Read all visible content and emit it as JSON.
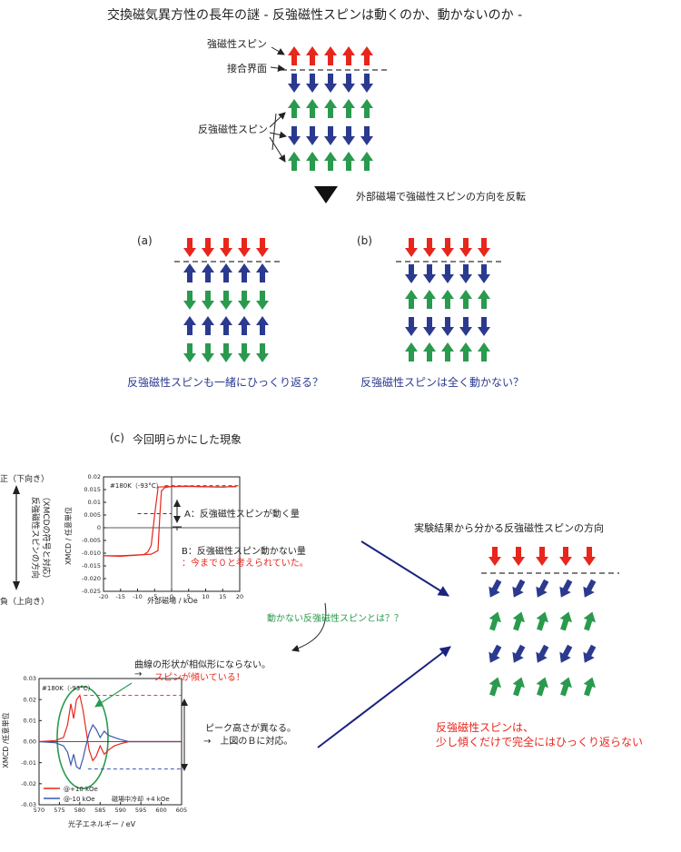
{
  "title": "交換磁気異方性の長年の謎 - 反強磁性スピンは動くのか、動かないのか -",
  "top": {
    "ferro_label": "強磁性スピン",
    "interface_label": "接合界面",
    "antiferro_label": "反強磁性スピン"
  },
  "transition_label": "外部磁場で強磁性スピンの方向を反転",
  "case_a": {
    "label": "(a)",
    "caption": "反強磁性スピンも一緒にひっくり返る？"
  },
  "case_b": {
    "label": "(b)",
    "caption": "反強磁性スピンは全く動かない？"
  },
  "case_c": {
    "label": "(c)",
    "heading": "今回明らかにした現象"
  },
  "axis_side": {
    "positive": "正（下向き）",
    "negative": "負（上向き）",
    "label_line1": "反強磁性スピンの方向",
    "label_line2": "（XMCDの符号と対応）"
  },
  "annot": {
    "a_label": "A：反強磁性スピンが動く量",
    "b_label": "B：反強磁性スピン動かない量",
    "b_note": "：今まで０と考えられていた。",
    "question": "動かない反強磁性スピンとは？？",
    "shape_line1": "曲線の形状が相似形にならない。",
    "shape_arrow": "→",
    "shape_line2": "スピンが傾いている！",
    "peak_line1": "ピーク高さが異なる。",
    "peak_line2": "→　上図のＢに対応。"
  },
  "result": {
    "title": "実験結果から分かる反強磁性スピンの方向",
    "caption_line1": "反強磁性スピンは、",
    "caption_line2": "少し傾くだけで完全にはひっくり返らない"
  },
  "colors": {
    "red": "#e8261c",
    "blue": "#2b3a8f",
    "green": "#2a9a4e",
    "navy": "#1a237e"
  },
  "chart_data": [
    {
      "type": "line",
      "title": "",
      "annotation": "#180K（-93°C）",
      "xlabel": "外部磁場 / kOe",
      "ylabel": "XMCD / 任意単位",
      "xlim": [
        -20,
        20
      ],
      "ylim": [
        -0.025,
        0.02
      ],
      "xticks": [
        -20,
        -15,
        -10,
        -5,
        0,
        5,
        10,
        15,
        20
      ],
      "yticks": [
        0.02,
        0.015,
        0.01,
        0.005,
        0,
        -0.005,
        -0.01,
        -0.015,
        -0.02,
        -0.025
      ],
      "ytick_labels": [
        "0.02",
        "0.015",
        "0.01",
        "0.005",
        "0",
        "-0.005",
        "-0.010",
        "-0.015",
        "-0.020",
        "-0.025"
      ],
      "series": [
        {
          "x": [
            -20,
            -15,
            -10,
            -8,
            -7,
            -6,
            -5,
            -4,
            -4,
            0,
            5,
            10,
            15,
            19
          ],
          "y": [
            -0.011,
            -0.0112,
            -0.0108,
            -0.0105,
            -0.0095,
            -0.007,
            0.005,
            0.0155,
            0.016,
            0.0162,
            0.0163,
            0.0161,
            0.016,
            0.0162
          ]
        },
        {
          "x": [
            19,
            15,
            10,
            5,
            0,
            -1,
            -2,
            -3,
            -3.5,
            -4,
            -6,
            -10,
            -15,
            -20
          ],
          "y": [
            0.0162,
            0.016,
            0.0161,
            0.0163,
            0.0162,
            0.016,
            0.0158,
            0.0145,
            0.004,
            -0.009,
            -0.0104,
            -0.0107,
            -0.011,
            -0.011
          ]
        }
      ],
      "reference_lines": [
        0.0165,
        0.0055
      ]
    },
    {
      "type": "line",
      "title": "",
      "annotation": "#180K（-93°C）",
      "xlabel": "光子エネルギー / eV",
      "ylabel": "XMCD /任意単位",
      "xlim": [
        570,
        605
      ],
      "ylim": [
        -0.03,
        0.03
      ],
      "xticks": [
        570,
        575,
        580,
        585,
        590,
        595,
        600,
        605
      ],
      "yticks": [
        0.03,
        0.02,
        0.01,
        0,
        -0.01,
        -0.02,
        -0.03
      ],
      "ytick_labels": [
        "0.03",
        "0.02",
        "0.01",
        "0.00",
        "-0.01",
        "-0.02",
        "-0.03"
      ],
      "legend_note": "磁場中冷却 +4 kOe",
      "series": [
        {
          "name": "@+10 kOe",
          "color": "#e8261c",
          "x": [
            570,
            574,
            576,
            577,
            577.8,
            578.5,
            579.2,
            580,
            580.8,
            581.5,
            582.3,
            583.2,
            584,
            585,
            586,
            587,
            588.5,
            590,
            592,
            595,
            600,
            605
          ],
          "y": [
            0,
            0.0005,
            0.002,
            0.008,
            0.018,
            0.011,
            0.02,
            0.022,
            0.015,
            0.006,
            -0.004,
            -0.009,
            -0.007,
            -0.002,
            -0.006,
            -0.004,
            -0.002,
            -0.001,
            0,
            0,
            0,
            0
          ]
        },
        {
          "name": "@-10 kOe",
          "color": "#3a56b0",
          "x": [
            570,
            574,
            576,
            577,
            577.8,
            578.5,
            579.2,
            580,
            580.8,
            581.5,
            582.3,
            583.2,
            584,
            585,
            586,
            587,
            588.5,
            590,
            592,
            595,
            600,
            605
          ],
          "y": [
            0,
            -0.0005,
            -0.002,
            -0.005,
            -0.011,
            -0.006,
            -0.012,
            -0.013,
            -0.008,
            -0.002,
            0.004,
            0.008,
            0.006,
            0.002,
            0.005,
            0.003,
            0.002,
            0.001,
            0,
            0,
            0,
            0
          ]
        }
      ],
      "reference_lines": [
        0.022,
        -0.013
      ]
    }
  ]
}
